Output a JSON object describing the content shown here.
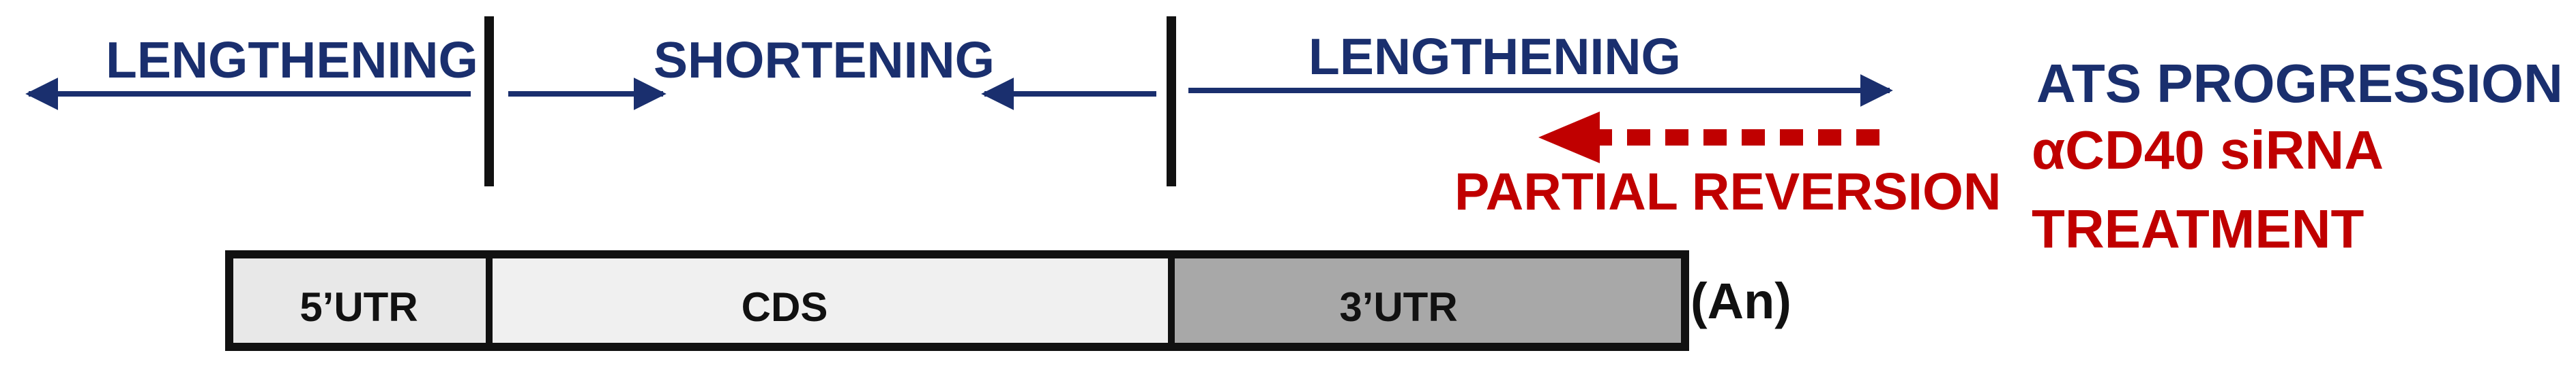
{
  "labels": {
    "lengthening_left": "LENGTHENING",
    "shortening": "SHORTENING",
    "lengthening_right": "LENGTHENING",
    "ats_progression": "ATS PROGRESSION",
    "partial_reversion": "PARTIAL REVERSION",
    "treatment_line1": "αCD40 siRNA",
    "treatment_line2": "TREATMENT"
  },
  "mrna": {
    "segments": [
      {
        "label": "5’UTR",
        "fill": "#e8e8e8"
      },
      {
        "label": "CDS",
        "fill": "#f0f0f0"
      },
      {
        "label": "3’UTR",
        "fill": "#a8a8a8"
      }
    ],
    "polyA": "(An)"
  },
  "colors": {
    "navy": "#1a2f6e",
    "red": "#c00000",
    "outline": "#111111"
  }
}
